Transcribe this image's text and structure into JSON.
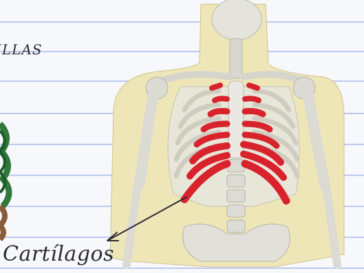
{
  "notebook": {
    "partial_heading": "ILLAS",
    "handwritten_label": "Cartílagos"
  },
  "colors": {
    "paper": "#f7f8fb",
    "ruled_line": "#a9b9ea",
    "skin": "#efe6b8",
    "bone": "#dcdcd6",
    "rib_cartilage": "#d8232c",
    "arrow": "#2a2a35",
    "green_decoration": "#2f7a3a"
  },
  "icons": {
    "skeleton_illustration": "thorax-skeleton-figure",
    "arrow": "pointer-arrow"
  }
}
